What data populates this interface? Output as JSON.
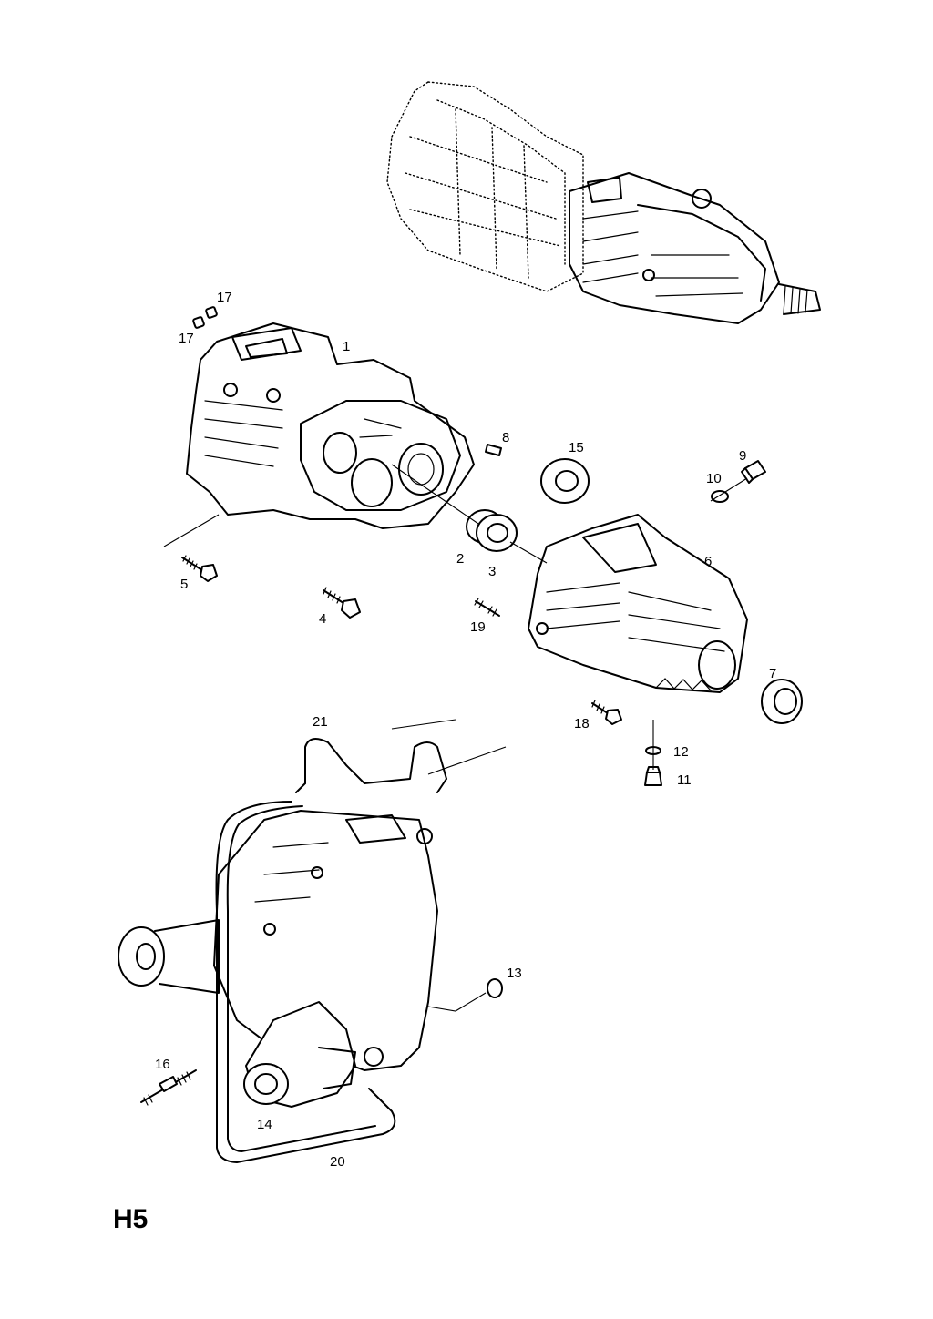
{
  "page": {
    "code": "H5"
  },
  "callouts": [
    {
      "id": "17a",
      "text": "17"
    },
    {
      "id": "17b",
      "text": "17"
    },
    {
      "id": "1",
      "text": "1"
    },
    {
      "id": "8",
      "text": "8"
    },
    {
      "id": "15",
      "text": "15"
    },
    {
      "id": "9",
      "text": "9"
    },
    {
      "id": "10",
      "text": "10"
    },
    {
      "id": "2",
      "text": "2"
    },
    {
      "id": "3",
      "text": "3"
    },
    {
      "id": "6",
      "text": "6"
    },
    {
      "id": "5",
      "text": "5"
    },
    {
      "id": "4",
      "text": "4"
    },
    {
      "id": "19",
      "text": "19"
    },
    {
      "id": "7",
      "text": "7"
    },
    {
      "id": "18",
      "text": "18"
    },
    {
      "id": "12",
      "text": "12"
    },
    {
      "id": "11",
      "text": "11"
    },
    {
      "id": "21",
      "text": "21"
    },
    {
      "id": "13",
      "text": "13"
    },
    {
      "id": "16",
      "text": "16"
    },
    {
      "id": "14",
      "text": "14"
    },
    {
      "id": "20",
      "text": "20"
    }
  ]
}
